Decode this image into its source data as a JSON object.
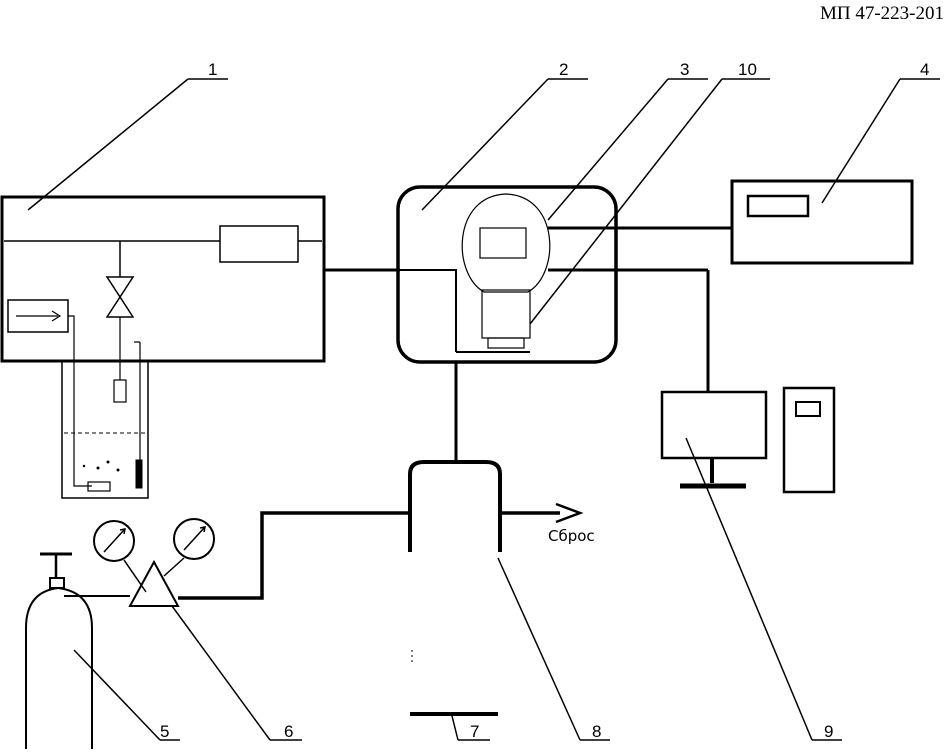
{
  "header": {
    "doc_number": "МП 47-223-201"
  },
  "labels": {
    "l1": "1",
    "l2": "2",
    "l3": "3",
    "l4": "4",
    "l5": "5",
    "l6": "6",
    "l7": "7",
    "l8": "8",
    "l9": "9",
    "l10": "10"
  },
  "outlet": {
    "text": "Сброс"
  }
}
